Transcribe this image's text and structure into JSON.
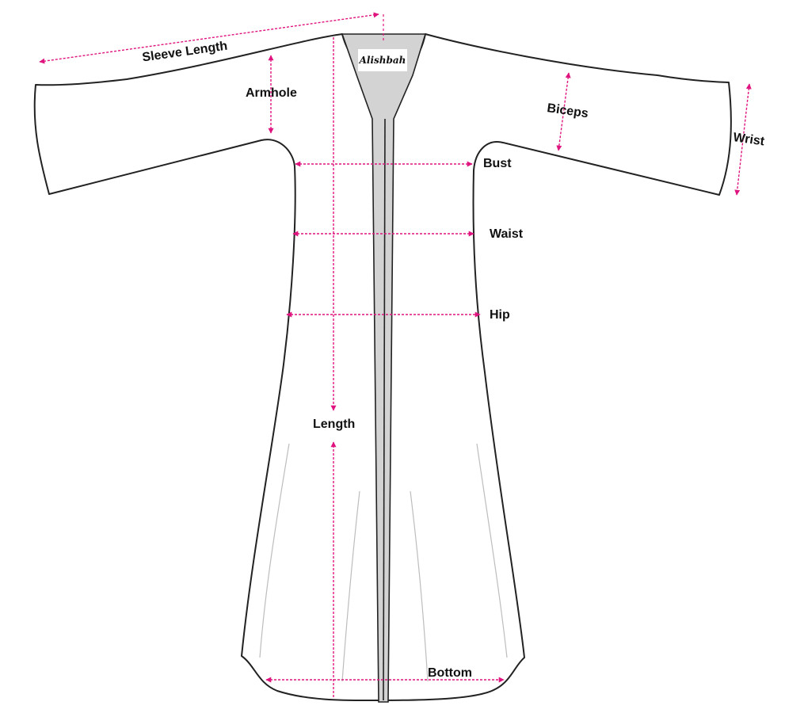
{
  "brand": {
    "label": "Alishbah"
  },
  "colors": {
    "accent": "#e0147f",
    "outline": "#222222",
    "lining": "#d3d3d3"
  },
  "measurements": {
    "sleeve_length": "Sleeve Length",
    "armhole": "Armhole",
    "biceps": "Biceps",
    "wrist": "Wrist",
    "bust": "Bust",
    "waist": "Waist",
    "hip": "Hip",
    "length": "Length",
    "bottom": "Bottom"
  }
}
